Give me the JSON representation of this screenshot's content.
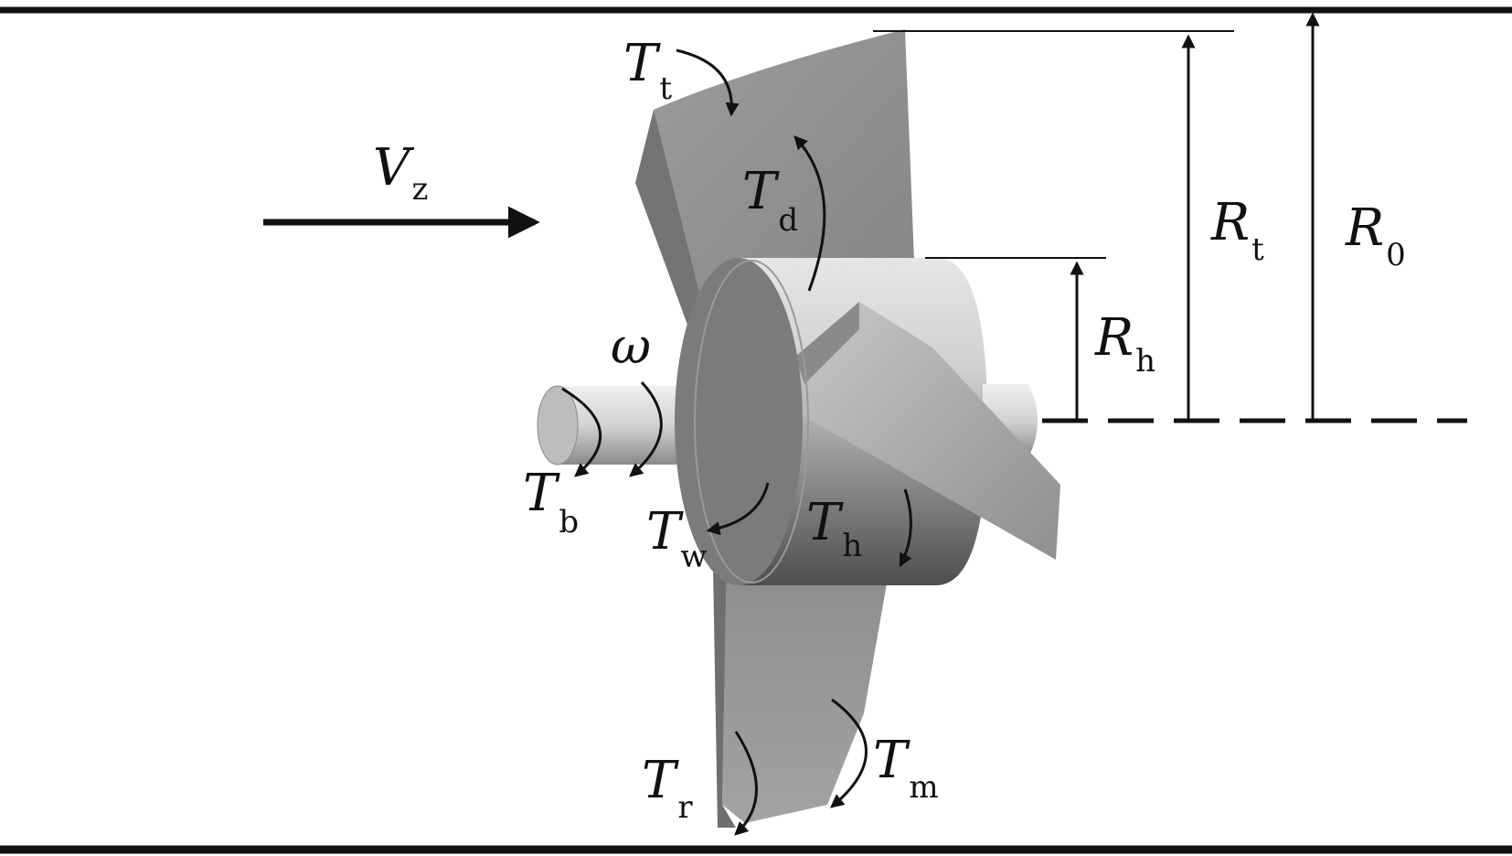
{
  "flow_velocity": {
    "main": "V",
    "sub": "z"
  },
  "rotation": {
    "symbol": "ω"
  },
  "radii": {
    "hub": {
      "main": "R",
      "sub": "h"
    },
    "tip": {
      "main": "R",
      "sub": "t"
    },
    "pipe": {
      "main": "R",
      "sub": "0"
    }
  },
  "torques": {
    "tip": {
      "main": "T",
      "sub": "t"
    },
    "drag": {
      "main": "T",
      "sub": "d"
    },
    "bearing": {
      "main": "T",
      "sub": "b"
    },
    "wall": {
      "main": "T",
      "sub": "w"
    },
    "hub": {
      "main": "T",
      "sub": "h"
    },
    "root": {
      "main": "T",
      "sub": "r"
    },
    "magnetic": {
      "main": "T",
      "sub": "m"
    }
  },
  "colors": {
    "line": "#111111",
    "blade_face": "#8e8e8e",
    "blade_edge": "#6e6e6e",
    "hub_light": "#dcdcdc",
    "hub_dark": "#5a5a5a",
    "disc": "#7a7a7a"
  }
}
